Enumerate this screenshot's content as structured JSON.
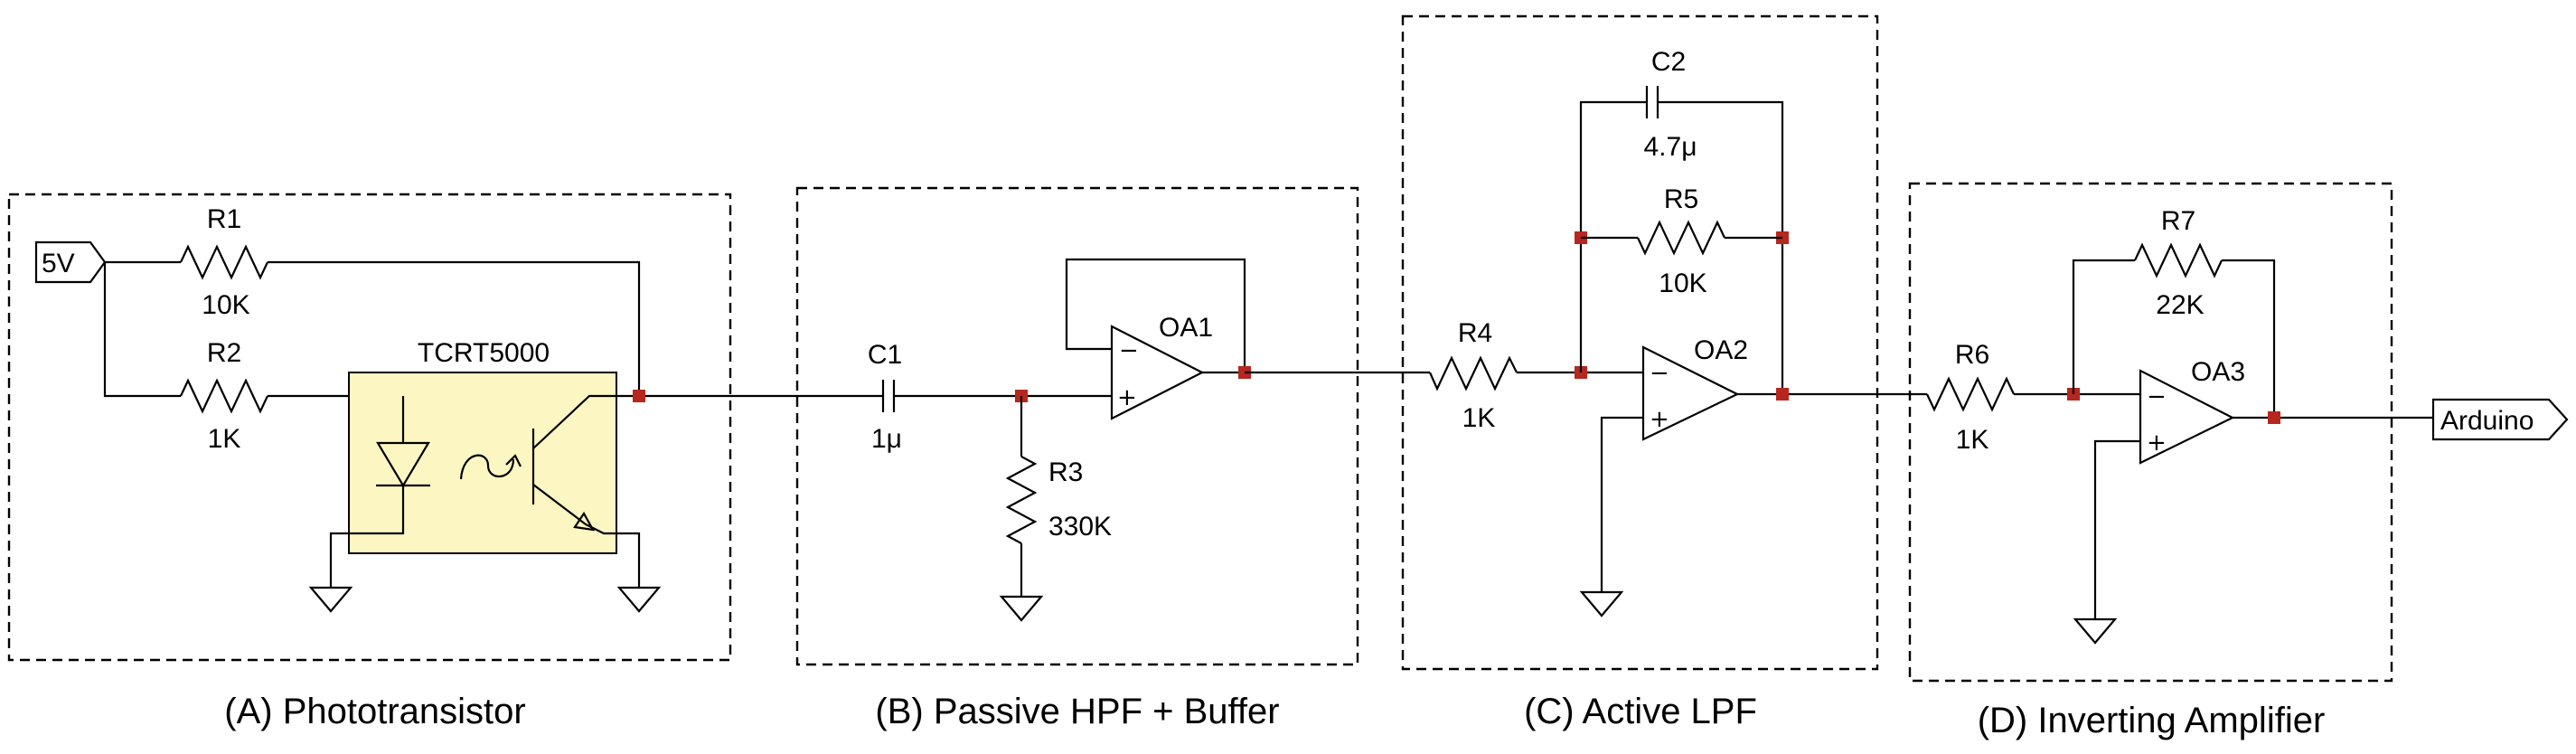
{
  "sections": [
    {
      "id": "A",
      "caption": "(A) Phototransistor"
    },
    {
      "id": "B",
      "caption": "(B) Passive HPF + Buffer"
    },
    {
      "id": "C",
      "caption": "(C) Active LPF"
    },
    {
      "id": "D",
      "caption": "(D) Inverting Amplifier"
    }
  ],
  "ports": {
    "input": "5V",
    "output": "Arduino"
  },
  "sensor": {
    "name": "TCRT5000"
  },
  "components": {
    "R1": {
      "name": "R1",
      "value": "10K"
    },
    "R2": {
      "name": "R2",
      "value": "1K"
    },
    "C1": {
      "name": "C1",
      "value": "1μ"
    },
    "R3": {
      "name": "R3",
      "value": "330K"
    },
    "OA1": {
      "name": "OA1"
    },
    "R4": {
      "name": "R4",
      "value": "1K"
    },
    "C2": {
      "name": "C2",
      "value": "4.7μ"
    },
    "R5": {
      "name": "R5",
      "value": "10K"
    },
    "OA2": {
      "name": "OA2"
    },
    "R6": {
      "name": "R6",
      "value": "1K"
    },
    "R7": {
      "name": "R7",
      "value": "22K"
    },
    "OA3": {
      "name": "OA3"
    }
  },
  "opamp_pins": {
    "minus": "−",
    "plus": "+"
  },
  "colors": {
    "node": "#b5271f",
    "sensor_fill": "#fbf6c2",
    "line": "#000000"
  }
}
